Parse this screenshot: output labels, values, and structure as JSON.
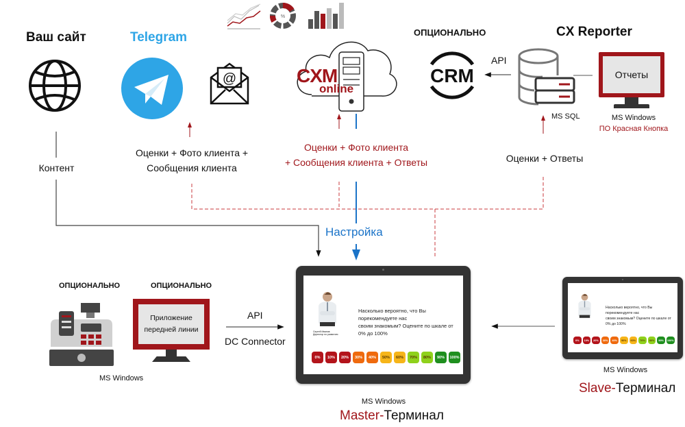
{
  "website": {
    "title": "Ваш сайт",
    "icon": "globe-icon",
    "flow_label": "Контент"
  },
  "telegram": {
    "title": "Telegram",
    "icon": "telegram-icon",
    "email_icon": "email-icon",
    "flow_label_line1": "Оценки + Фото клиента +",
    "flow_label_line2": "Сообщения клиента"
  },
  "cxm": {
    "logo_main": "CXM",
    "logo_sub": "online",
    "icon": "cloud-server-icon",
    "analytics_icons": [
      "line-chart-icon",
      "donut-chart-icon",
      "bar-chart-icon"
    ],
    "donut_label": "%",
    "flow_label_line1": "Оценки + Фото клиента",
    "flow_label_line2": "+ Сообщения клиента + Ответы",
    "settings_label": "Настройка"
  },
  "crm": {
    "optional_label": "ОПЦИОНАЛЬНО",
    "logo": "CRM",
    "api_label": "API"
  },
  "cx_reporter": {
    "title": "CX Reporter",
    "db_label": "MS SQL",
    "monitor_text": "Отчеты",
    "os_label": "MS Windows",
    "software_label": "ПО Красная Кнопка",
    "flow_label": "Оценки + Ответы"
  },
  "pos": {
    "optional_label": "ОПЦИОНАЛЬНО",
    "icon": "cash-register-icon"
  },
  "frontline": {
    "optional_label": "ОПЦИОНАЛЬНО",
    "monitor_text_line1": "Приложение",
    "monitor_text_line2": "передней линии",
    "os_label": "MS Windows",
    "api_label": "API",
    "connector_label": "DC Connector"
  },
  "master_terminal": {
    "os_label": "MS Windows",
    "role_prefix": "Master-",
    "role_suffix": "Терминал"
  },
  "slave_terminal": {
    "os_label": "MS Windows",
    "role_prefix": "Slave-",
    "role_suffix": "Терминал"
  },
  "survey": {
    "question_line1": "Насколько вероятно, что Вы порекомендуете нас",
    "question_line2": "своим знакомым? Оцените по шкале от 0% до 100%",
    "person_name": "Сергей Иванов",
    "person_role": "Директор по развитию",
    "scale": [
      {
        "label": "0%",
        "color": "#b3141b"
      },
      {
        "label": "10%",
        "color": "#b3141b"
      },
      {
        "label": "20%",
        "color": "#b3141b"
      },
      {
        "label": "30%",
        "color": "#ef6a0e"
      },
      {
        "label": "40%",
        "color": "#ef6a0e"
      },
      {
        "label": "50%",
        "color": "#f6b519"
      },
      {
        "label": "60%",
        "color": "#f6b519"
      },
      {
        "label": "70%",
        "color": "#8fd11b"
      },
      {
        "label": "80%",
        "color": "#8fd11b"
      },
      {
        "label": "90%",
        "color": "#1f8f1f"
      },
      {
        "label": "100%",
        "color": "#1f8f1f"
      }
    ]
  },
  "colors": {
    "accent_red": "#a0161b",
    "accent_blue": "#1a73c8",
    "telegram_blue": "#2ea5e6"
  }
}
